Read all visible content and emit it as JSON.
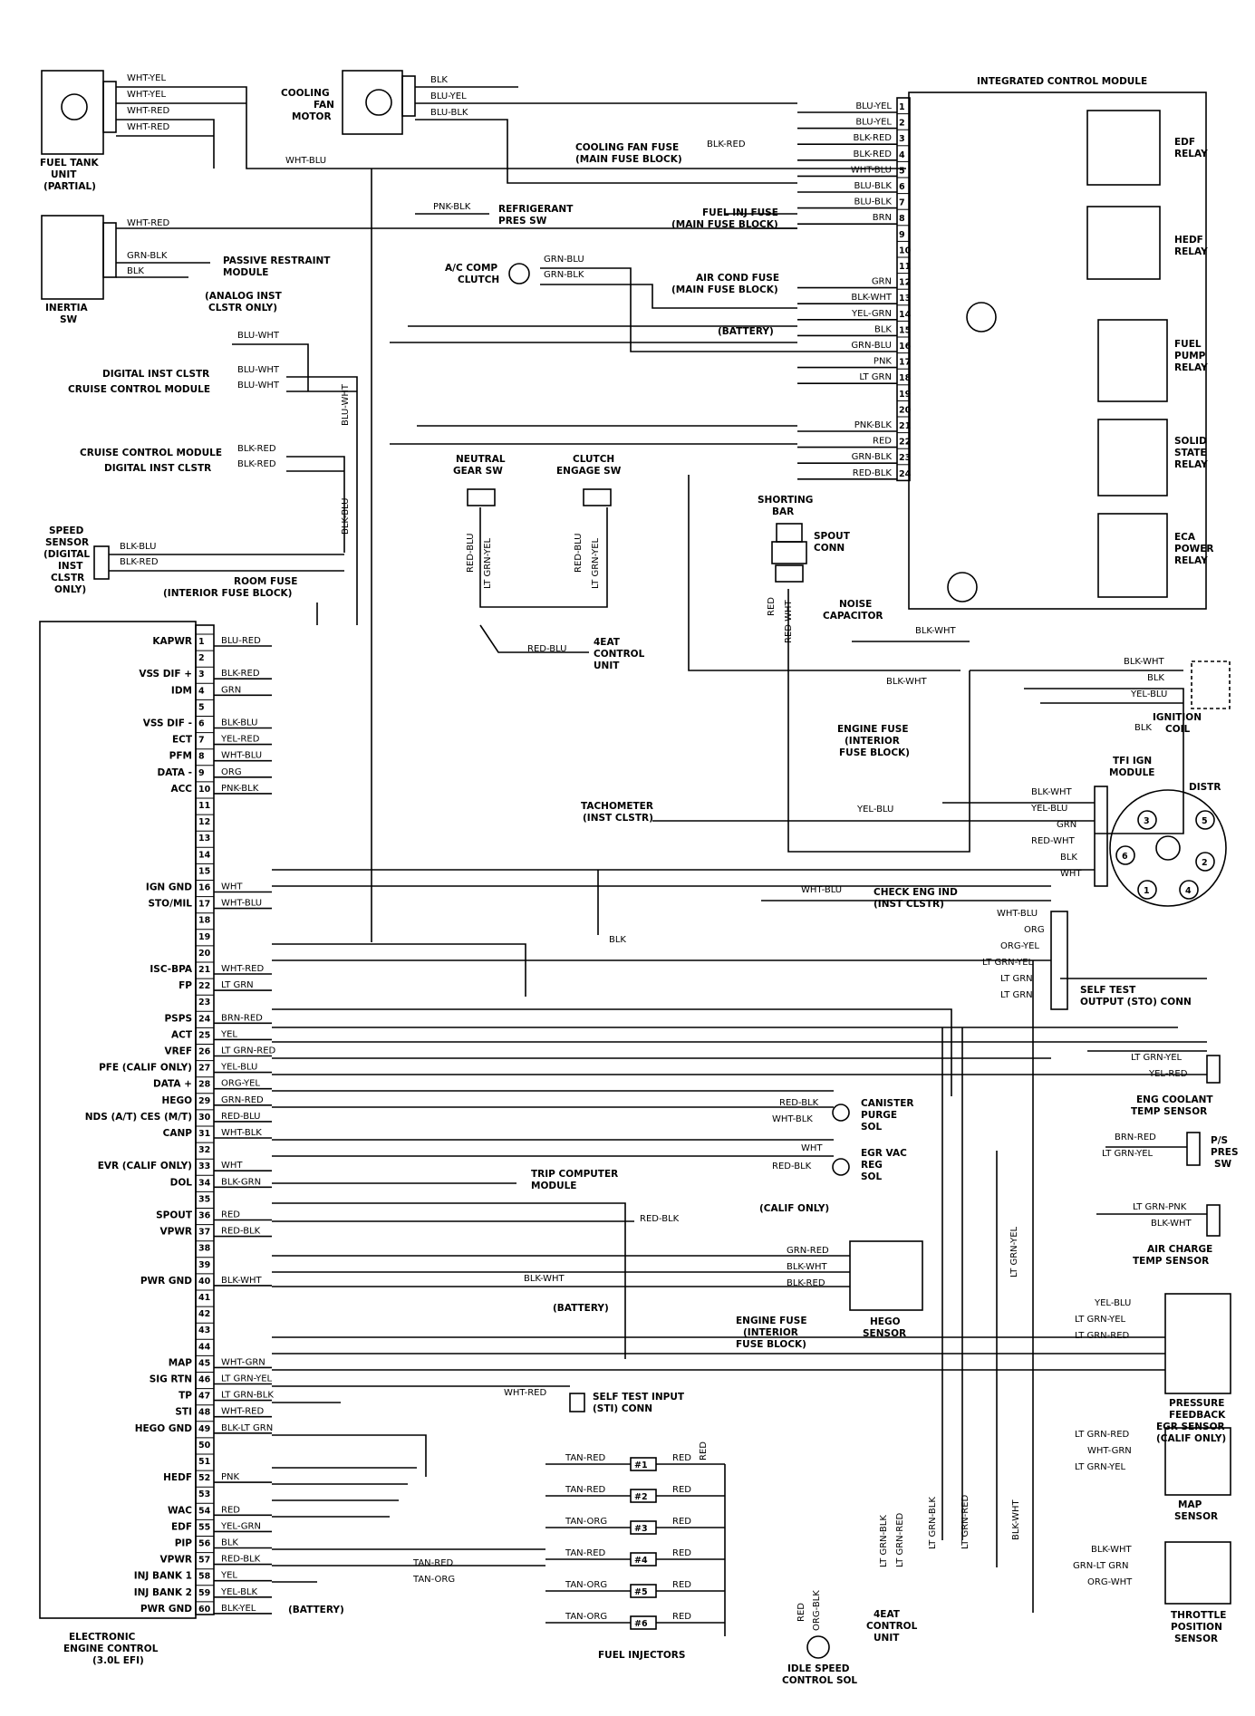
{
  "components": {
    "fuel_tank_unit": [
      "FUEL TANK",
      "UNIT",
      "(PARTIAL)"
    ],
    "cooling_fan_motor": [
      "COOLING",
      "FAN",
      "MOTOR"
    ],
    "integrated_control_module": "INTEGRATED CONTROL MODULE",
    "inertia_sw": [
      "INERTIA",
      "SW"
    ],
    "passive_restraint_module": [
      "PASSIVE RESTRAINT",
      "MODULE"
    ],
    "analog_inst": [
      "(ANALOG INST",
      "CLSTR ONLY)"
    ],
    "digital_inst_clstr": "DIGITAL INST CLSTR",
    "cruise_control_module": "CRUISE CONTROL MODULE",
    "refrigerant_pres_sw": [
      "REFRIGERANT",
      "PRES SW"
    ],
    "ac_comp_clutch": [
      "A/C COMP",
      "CLUTCH"
    ],
    "cooling_fan_fuse": [
      "COOLING FAN FUSE",
      "(MAIN FUSE BLOCK)"
    ],
    "fuel_inj_fuse": [
      "FUEL INJ FUSE",
      "(MAIN FUSE BLOCK)"
    ],
    "air_cond_fuse": [
      "AIR COND FUSE",
      "(MAIN FUSE BLOCK)"
    ],
    "battery": "(BATTERY)",
    "edf_relay": [
      "EDF",
      "RELAY"
    ],
    "hedf_relay": [
      "HEDF",
      "RELAY"
    ],
    "fuel_pump_relay": [
      "FUEL",
      "PUMP",
      "RELAY"
    ],
    "solid_state_relay": [
      "SOLID",
      "STATE",
      "RELAY"
    ],
    "eca_power_relay": [
      "ECA",
      "POWER",
      "RELAY"
    ],
    "neutral_gear_sw": [
      "NEUTRAL",
      "GEAR SW"
    ],
    "clutch_engage_sw": [
      "CLUTCH",
      "ENGAGE SW"
    ],
    "shorting_bar": [
      "SHORTING",
      "BAR"
    ],
    "spout_conn": [
      "SPOUT",
      "CONN"
    ],
    "speed_sensor": [
      "SPEED",
      "SENSOR",
      "(DIGITAL",
      "INST",
      "CLSTR",
      "ONLY)"
    ],
    "room_fuse": [
      "ROOM FUSE",
      "(INTERIOR FUSE BLOCK)"
    ],
    "eat_control_unit": [
      "4EAT",
      "CONTROL",
      "UNIT"
    ],
    "noise_capacitor": [
      "NOISE",
      "CAPACITOR"
    ],
    "engine_fuse": [
      "ENGINE FUSE",
      "(INTERIOR",
      "FUSE BLOCK)"
    ],
    "ignition_coil": [
      "IGNITION",
      "COIL"
    ],
    "tfi_ign_module": [
      "TFI IGN",
      "MODULE"
    ],
    "distr": "DISTR",
    "tachometer": [
      "TACHOMETER",
      "(INST CLSTR)"
    ],
    "check_eng_ind": [
      "CHECK ENG IND",
      "(INST CLSTR)"
    ],
    "self_test_output": [
      "SELF TEST",
      "OUTPUT (STO) CONN"
    ],
    "eng_coolant_temp": [
      "ENG COOLANT",
      "TEMP SENSOR"
    ],
    "canister_purge_sol": [
      "CANISTER",
      "PURGE",
      "SOL"
    ],
    "egr_vac_reg_sol": [
      "EGR VAC",
      "REG",
      "SOL"
    ],
    "ps_pres_sw": [
      "P/S",
      "PRES",
      "SW"
    ],
    "trip_computer": [
      "TRIP COMPUTER",
      "MODULE"
    ],
    "calif_only": "(CALIF ONLY)",
    "air_charge_temp": [
      "AIR CHARGE",
      "TEMP SENSOR"
    ],
    "hego_sensor": [
      "HEGO",
      "SENSOR"
    ],
    "pressure_feedback": [
      "PRESSURE",
      "FEEDBACK",
      "EGR SENSOR",
      "(CALIF ONLY)"
    ],
    "self_test_input": [
      "SELF TEST INPUT",
      "(STI) CONN"
    ],
    "map_sensor": [
      "MAP",
      "SENSOR"
    ],
    "throttle_position": [
      "THROTTLE",
      "POSITION",
      "SENSOR"
    ],
    "fuel_injectors": "FUEL INJECTORS",
    "idle_speed": [
      "IDLE SPEED",
      "CONTROL SOL"
    ],
    "eec": [
      "ELECTRONIC",
      "ENGINE CONTROL",
      "(3.0L EFI)"
    ]
  },
  "eec_pins": [
    {
      "n": "1",
      "func": "KAPWR",
      "wire": "BLU-RED"
    },
    {
      "n": "2",
      "func": "",
      "wire": ""
    },
    {
      "n": "3",
      "func": "VSS DIF +",
      "wire": "BLK-RED"
    },
    {
      "n": "4",
      "func": "IDM",
      "wire": "GRN"
    },
    {
      "n": "5",
      "func": "",
      "wire": ""
    },
    {
      "n": "6",
      "func": "VSS DIF -",
      "wire": "BLK-BLU"
    },
    {
      "n": "7",
      "func": "ECT",
      "wire": "YEL-RED"
    },
    {
      "n": "8",
      "func": "PFM",
      "wire": "WHT-BLU"
    },
    {
      "n": "9",
      "func": "DATA -",
      "wire": "ORG"
    },
    {
      "n": "10",
      "func": "ACC",
      "wire": "PNK-BLK"
    },
    {
      "n": "11",
      "func": "",
      "wire": ""
    },
    {
      "n": "12",
      "func": "",
      "wire": ""
    },
    {
      "n": "13",
      "func": "",
      "wire": ""
    },
    {
      "n": "14",
      "func": "",
      "wire": ""
    },
    {
      "n": "15",
      "func": "",
      "wire": ""
    },
    {
      "n": "16",
      "func": "IGN GND",
      "wire": "WHT"
    },
    {
      "n": "17",
      "func": "STO/MIL",
      "wire": "WHT-BLU"
    },
    {
      "n": "18",
      "func": "",
      "wire": ""
    },
    {
      "n": "19",
      "func": "",
      "wire": ""
    },
    {
      "n": "20",
      "func": "",
      "wire": ""
    },
    {
      "n": "21",
      "func": "ISC-BPA",
      "wire": "WHT-RED"
    },
    {
      "n": "22",
      "func": "FP",
      "wire": "LT GRN"
    },
    {
      "n": "23",
      "func": "",
      "wire": ""
    },
    {
      "n": "24",
      "func": "PSPS",
      "wire": "BRN-RED"
    },
    {
      "n": "25",
      "func": "ACT",
      "wire": "YEL"
    },
    {
      "n": "26",
      "func": "VREF",
      "wire": "LT GRN-RED"
    },
    {
      "n": "27",
      "func": "PFE (CALIF ONLY)",
      "wire": "YEL-BLU"
    },
    {
      "n": "28",
      "func": "DATA +",
      "wire": "ORG-YEL"
    },
    {
      "n": "29",
      "func": "HEGO",
      "wire": "GRN-RED"
    },
    {
      "n": "30",
      "func": "NDS (A/T) CES (M/T)",
      "wire": "RED-BLU"
    },
    {
      "n": "31",
      "func": "CANP",
      "wire": "WHT-BLK"
    },
    {
      "n": "32",
      "func": "",
      "wire": ""
    },
    {
      "n": "33",
      "func": "EVR (CALIF ONLY)",
      "wire": "WHT"
    },
    {
      "n": "34",
      "func": "DOL",
      "wire": "BLK-GRN"
    },
    {
      "n": "35",
      "func": "",
      "wire": ""
    },
    {
      "n": "36",
      "func": "SPOUT",
      "wire": "RED"
    },
    {
      "n": "37",
      "func": "VPWR",
      "wire": "RED-BLK"
    },
    {
      "n": "38",
      "func": "",
      "wire": ""
    },
    {
      "n": "39",
      "func": "",
      "wire": ""
    },
    {
      "n": "40",
      "func": "PWR GND",
      "wire": "BLK-WHT"
    },
    {
      "n": "41",
      "func": "",
      "wire": ""
    },
    {
      "n": "42",
      "func": "",
      "wire": ""
    },
    {
      "n": "43",
      "func": "",
      "wire": ""
    },
    {
      "n": "44",
      "func": "",
      "wire": ""
    },
    {
      "n": "45",
      "func": "MAP",
      "wire": "WHT-GRN"
    },
    {
      "n": "46",
      "func": "SIG RTN",
      "wire": "LT GRN-YEL"
    },
    {
      "n": "47",
      "func": "TP",
      "wire": "LT GRN-BLK"
    },
    {
      "n": "48",
      "func": "STI",
      "wire": "WHT-RED"
    },
    {
      "n": "49",
      "func": "HEGO GND",
      "wire": "BLK-LT GRN"
    },
    {
      "n": "50",
      "func": "",
      "wire": ""
    },
    {
      "n": "51",
      "func": "",
      "wire": ""
    },
    {
      "n": "52",
      "func": "HEDF",
      "wire": "PNK"
    },
    {
      "n": "53",
      "func": "",
      "wire": ""
    },
    {
      "n": "54",
      "func": "WAC",
      "wire": "RED"
    },
    {
      "n": "55",
      "func": "EDF",
      "wire": "YEL-GRN"
    },
    {
      "n": "56",
      "func": "PIP",
      "wire": "BLK"
    },
    {
      "n": "57",
      "func": "VPWR",
      "wire": "RED-BLK"
    },
    {
      "n": "58",
      "func": "INJ BANK 1",
      "wire": "YEL"
    },
    {
      "n": "59",
      "func": "INJ BANK 2",
      "wire": "YEL-BLK"
    },
    {
      "n": "60",
      "func": "PWR GND",
      "wire": "BLK-YEL"
    }
  ],
  "icm_pins": [
    {
      "n": "1",
      "wire": "BLU-YEL"
    },
    {
      "n": "2",
      "wire": "BLU-YEL"
    },
    {
      "n": "3",
      "wire": "BLK-RED"
    },
    {
      "n": "4",
      "wire": "BLK-RED"
    },
    {
      "n": "5",
      "wire": "WHT-BLU"
    },
    {
      "n": "6",
      "wire": "BLU-BLK"
    },
    {
      "n": "7",
      "wire": "BLU-BLK"
    },
    {
      "n": "8",
      "wire": "BRN"
    },
    {
      "n": "9",
      "wire": ""
    },
    {
      "n": "10",
      "wire": ""
    },
    {
      "n": "11",
      "wire": ""
    },
    {
      "n": "12",
      "wire": "GRN"
    },
    {
      "n": "13",
      "wire": "BLK-WHT"
    },
    {
      "n": "14",
      "wire": "YEL-GRN"
    },
    {
      "n": "15",
      "wire": "BLK"
    },
    {
      "n": "16",
      "wire": "GRN-BLU"
    },
    {
      "n": "17",
      "wire": "PNK"
    },
    {
      "n": "18",
      "wire": "LT GRN"
    },
    {
      "n": "19",
      "wire": ""
    },
    {
      "n": "20",
      "wire": ""
    },
    {
      "n": "21",
      "wire": "PNK-BLK"
    },
    {
      "n": "22",
      "wire": "RED"
    },
    {
      "n": "23",
      "wire": "GRN-BLK"
    },
    {
      "n": "24",
      "wire": "RED-BLK"
    }
  ],
  "wires": {
    "fuel_tank": [
      "WHT-YEL",
      "WHT-YEL",
      "WHT-RED",
      "WHT-RED"
    ],
    "wht_blu_top": "WHT-BLU",
    "fan": [
      "BLK",
      "BLU-YEL",
      "BLU-BLK"
    ],
    "inertia": "WHT-RED",
    "passive": [
      "GRN-BLK",
      "BLK"
    ],
    "pnk_blk": "PNK-BLK",
    "ac_comp": [
      "GRN-BLU",
      "GRN-BLK"
    ],
    "cooling_fuse_wire": "BLK-RED",
    "analog": "BLU-WHT",
    "digital": [
      "BLU-WHT",
      "BLU-WHT"
    ],
    "blu_wht_vert": "BLU-WHT",
    "cruise": [
      "BLK-RED",
      "BLK-RED"
    ],
    "blk_blu_vert": "BLK-BLU",
    "speed": [
      "BLK-BLU",
      "BLK-RED"
    ],
    "neutral": [
      "RED-BLU",
      "LT GRN-YEL"
    ],
    "clutch": [
      "RED-BLU",
      "LT GRN-YEL"
    ],
    "eat_wire": "RED-BLU",
    "spout": [
      "RED",
      "RED-WHT"
    ],
    "noise": "BLK-WHT",
    "engine_fuse_wire": "BLK-WHT",
    "coil": [
      "BLK-WHT",
      "BLK",
      "YEL-BLU"
    ],
    "coil_blk": "BLK",
    "tfi": [
      "BLK-WHT",
      "YEL-BLU",
      "GRN",
      "RED-WHT",
      "BLK",
      "WHT"
    ],
    "tach": "YEL-BLU",
    "check_eng": "WHT-BLU",
    "gnd_blk": "BLK",
    "sto": [
      "WHT-BLU",
      "ORG",
      "ORG-YEL",
      "LT GRN-YEL",
      "LT GRN",
      "LT GRN"
    ],
    "coolant": [
      "LT GRN-YEL",
      "YEL-RED"
    ],
    "canister": [
      "RED-BLK",
      "WHT-BLK"
    ],
    "egr": [
      "WHT",
      "RED-BLK"
    ],
    "ps": [
      "BRN-RED",
      "LT GRN-YEL"
    ],
    "act": [
      "LT GRN-PNK",
      "BLK-WHT"
    ],
    "vpwr_red_blk": "RED-BLK",
    "lt_grn_yel_vert": "LT GRN-YEL",
    "hego": [
      "GRN-RED",
      "BLK-WHT",
      "BLK-RED"
    ],
    "battery_gnd": "BLK-WHT",
    "pfe": [
      "YEL-BLU",
      "LT GRN-YEL",
      "LT GRN-RED"
    ],
    "sti_wire": "WHT-RED",
    "map": [
      "LT GRN-RED",
      "WHT-GRN",
      "LT GRN-YEL"
    ],
    "tps": [
      "BLK-WHT",
      "GRN-LT GRN",
      "ORG-WHT"
    ],
    "eat_bottom": [
      "LT GRN-BLK",
      "LT GRN-RED"
    ],
    "vert_bottom": [
      "LT GRN-BLK",
      "LT GRN-RED",
      "BLK-WHT"
    ],
    "inj_bank": [
      "TAN-RED",
      "TAN-ORG"
    ],
    "injectors": [
      {
        "id": "#1",
        "in": "TAN-RED",
        "out": "RED"
      },
      {
        "id": "#2",
        "in": "TAN-RED",
        "out": "RED"
      },
      {
        "id": "#3",
        "in": "TAN-ORG",
        "out": "RED"
      },
      {
        "id": "#4",
        "in": "TAN-RED",
        "out": "RED"
      },
      {
        "id": "#5",
        "in": "TAN-ORG",
        "out": "RED"
      },
      {
        "id": "#6",
        "in": "TAN-ORG",
        "out": "RED"
      }
    ],
    "inj_red_vert": "RED",
    "idle": [
      "RED",
      "ORG-BLK"
    ]
  },
  "distributor_terminals": [
    "1",
    "2",
    "3",
    "4",
    "5",
    "6"
  ]
}
